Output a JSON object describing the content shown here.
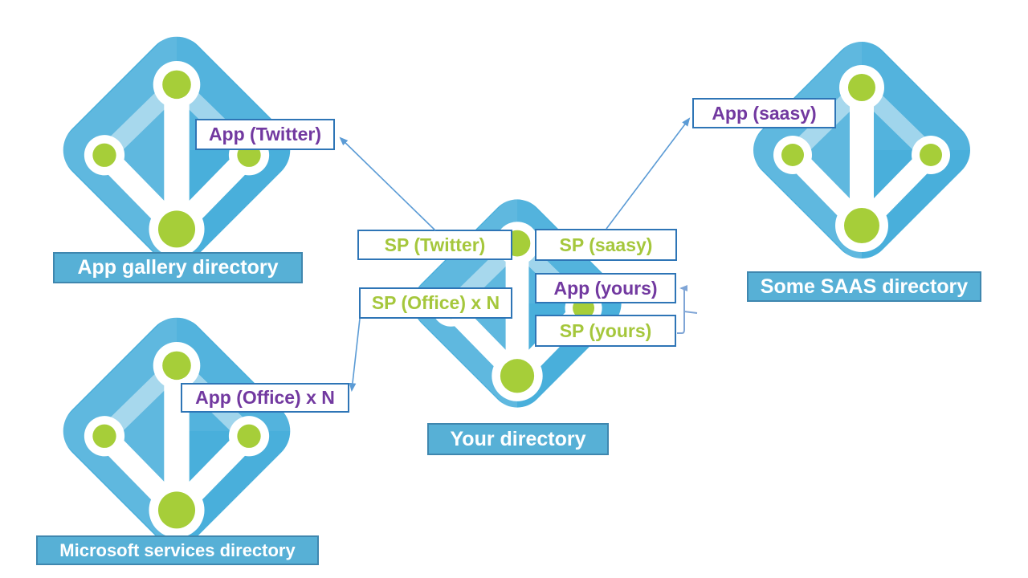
{
  "banners": {
    "gallery": "App gallery directory",
    "microsoft": "Microsoft services directory",
    "yours": "Your directory",
    "saas": "Some SAAS directory"
  },
  "labels": {
    "app_twitter": "App (Twitter)",
    "sp_twitter": "SP (Twitter)",
    "sp_office": "SP (Office) x N",
    "app_office": "App (Office) x N",
    "sp_saasy": "SP (saasy)",
    "app_yours": "App (yours)",
    "sp_yours": "SP (yours)",
    "app_saasy": "App (saasy)"
  },
  "colors": {
    "icon_blue": "#49AFDB",
    "icon_green": "#A6CE39",
    "banner_fill": "#57B0D6",
    "banner_border": "#3F87AF",
    "box_border": "#2E75B6",
    "purple": "#7239A0",
    "label_green": "#A5C73C",
    "arrow": "#5B9BD5",
    "bracket": "#7FA5D6"
  }
}
